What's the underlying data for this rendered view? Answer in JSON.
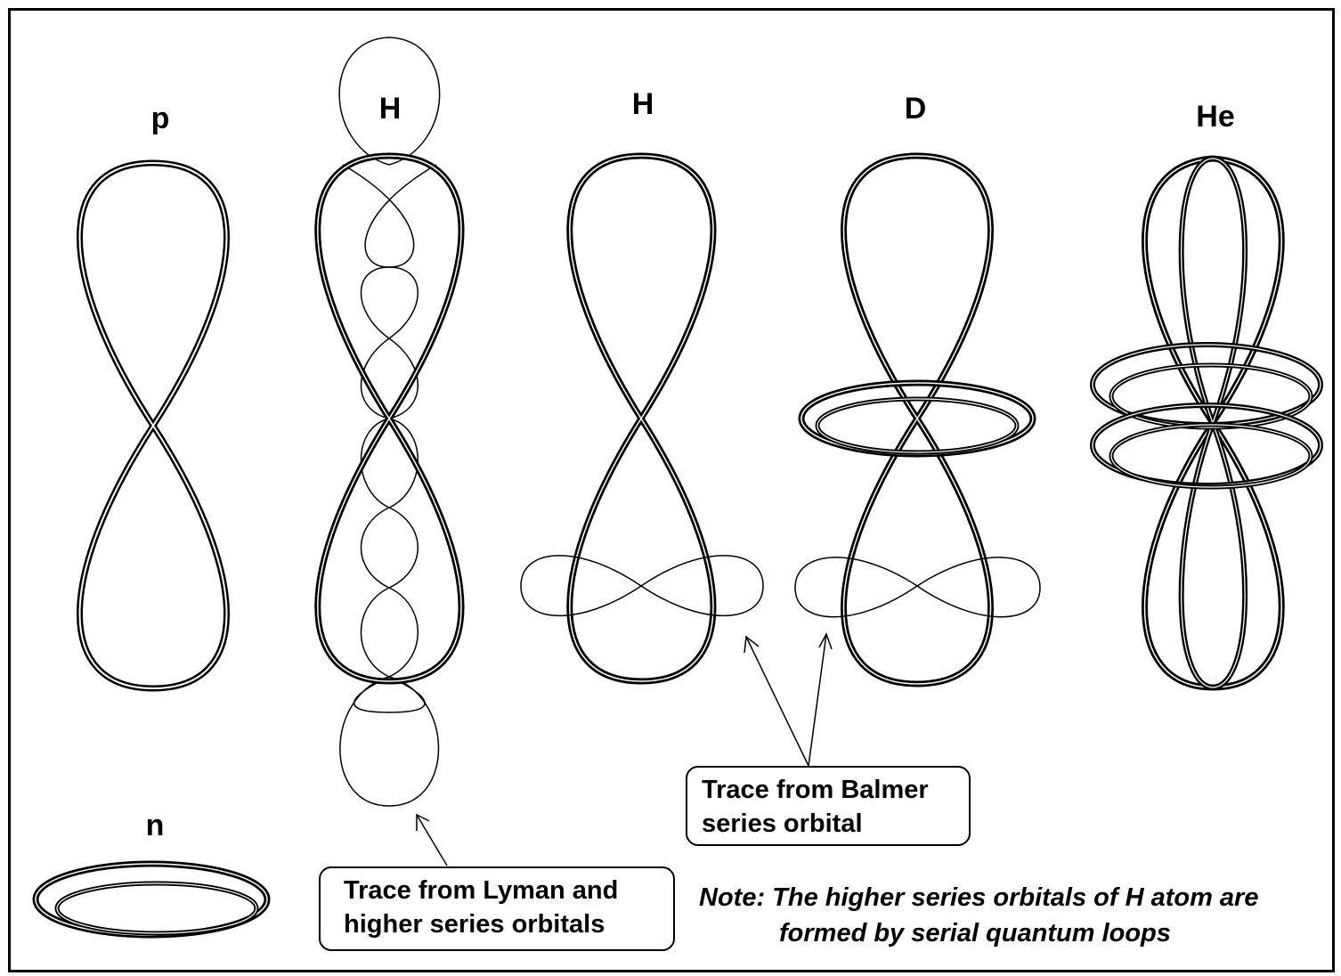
{
  "labels": {
    "p": "p",
    "h1": "H",
    "h2": "H",
    "d": "D",
    "he": "He",
    "n": "n"
  },
  "callouts": {
    "lyman": [
      "Trace from Lyman and",
      "higher series orbitals"
    ],
    "balmer": [
      "Trace from Balmer",
      "series orbital"
    ]
  },
  "note": {
    "line1": "Note: The higher series orbitals of H atom are",
    "line2": "formed by serial quantum loops"
  }
}
